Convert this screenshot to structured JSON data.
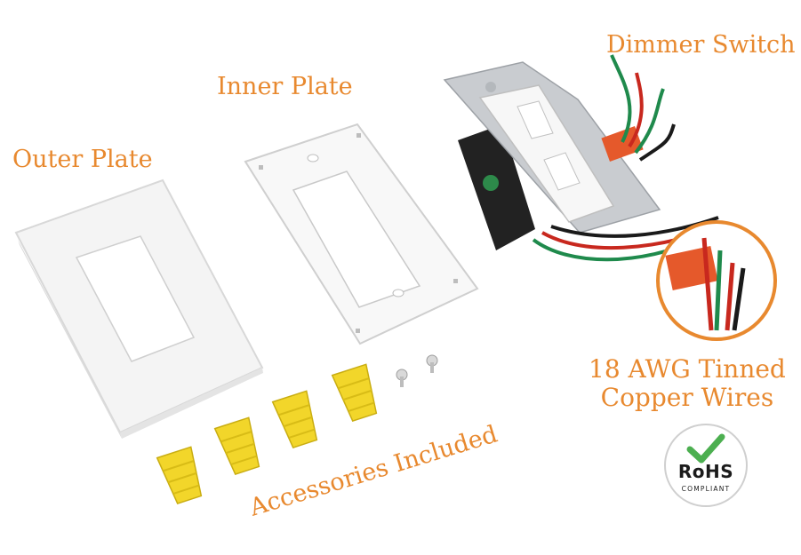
{
  "labels": {
    "outer_plate": "Outer Plate",
    "inner_plate": "Inner Plate",
    "dimmer_switch": "Dimmer Switch",
    "wires_line1": "18 AWG Tinned",
    "wires_line2": "Copper Wires",
    "accessories": "Accessories Included"
  },
  "badge": {
    "main": "RoHS",
    "sub": "COMPLIANT"
  },
  "colors": {
    "label": "#e8892f",
    "plate": "#f7f7f7",
    "wire_nut": "#f2d62a",
    "wire_green": "#1f8a4c",
    "wire_red": "#c8281e",
    "wire_black": "#1a1a1a",
    "check_green": "#4caf50"
  }
}
